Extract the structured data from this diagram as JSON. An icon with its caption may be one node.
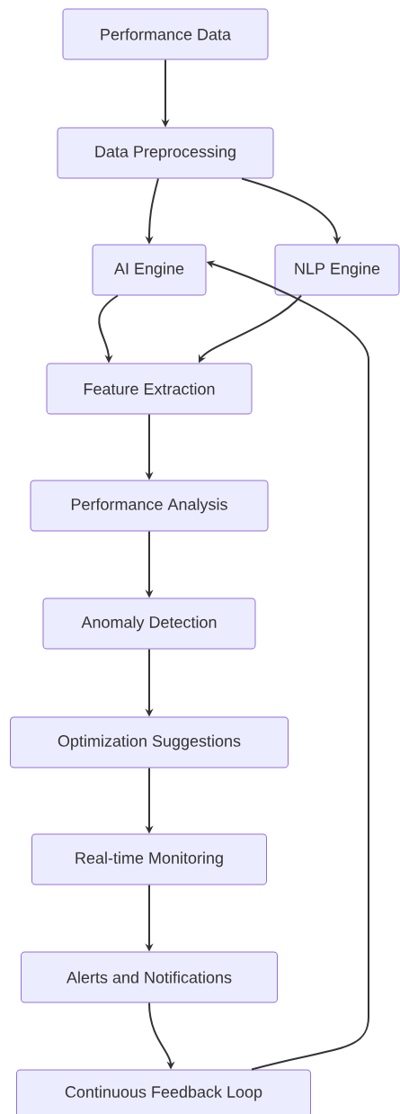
{
  "diagram": {
    "nodes": [
      {
        "text": [
          "Performance Data"
        ]
      },
      {
        "text": [
          "Data Preprocessing"
        ]
      },
      {
        "text": [
          "AI Engine"
        ]
      },
      {
        "text": [
          "NLP Engine"
        ]
      },
      {
        "text": [
          "Feature Extraction"
        ]
      },
      {
        "text": [
          "Performance Analysis"
        ]
      },
      {
        "text": [
          "Anomaly Detection"
        ]
      },
      {
        "text": [
          "Optimization Suggestions"
        ]
      },
      {
        "text": [
          "Real-time Monitoring"
        ]
      },
      {
        "text": [
          "Alerts and Notifications"
        ]
      },
      {
        "text": [
          "Continuous Feedback Loop"
        ]
      }
    ],
    "edges": [
      {
        "from": 0,
        "to": 1,
        "arrow": "to"
      },
      {
        "from": 1,
        "to": 2,
        "arrow": "to"
      },
      {
        "from": 1,
        "to": 3,
        "arrow": "to"
      },
      {
        "from": 2,
        "to": 4,
        "arrow": "to"
      },
      {
        "from": 3,
        "to": 4,
        "arrow": "to"
      },
      {
        "from": 4,
        "to": 5,
        "arrow": "to"
      },
      {
        "from": 5,
        "to": 6,
        "arrow": "to"
      },
      {
        "from": 6,
        "to": 7,
        "arrow": "to"
      },
      {
        "from": 7,
        "to": 8,
        "arrow": "to"
      },
      {
        "from": 8,
        "to": 9,
        "arrow": "to"
      },
      {
        "from": 9,
        "to": 10,
        "arrow": "to"
      },
      {
        "from": 10,
        "to": 2,
        "arrow": "to"
      }
    ]
  }
}
